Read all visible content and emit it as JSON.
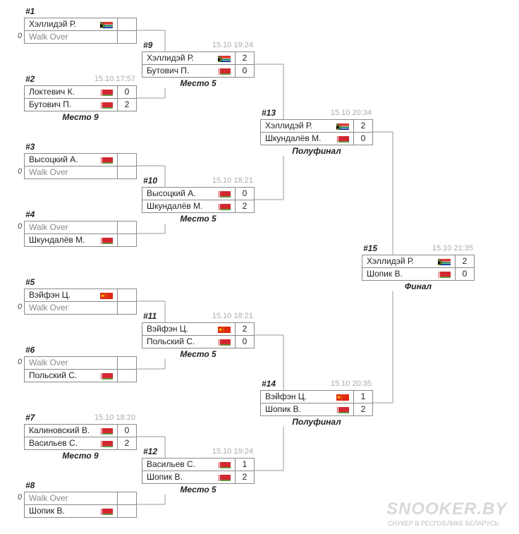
{
  "colors": {
    "border": "#8a8a8a",
    "time": "#aaaaaa",
    "walkover": "#888888"
  },
  "matches": [
    {
      "id": "m1",
      "num": "#1",
      "time": "",
      "label": "",
      "players": [
        {
          "name": "Хэллидэй Р.",
          "flag": "za-flag-icon",
          "score": "",
          "zero": ""
        },
        {
          "name": "Walk Over",
          "flag": "",
          "score": "",
          "zero": "0"
        }
      ]
    },
    {
      "id": "m2",
      "num": "#2",
      "time": "15.10 17:57",
      "label": "Место 9",
      "players": [
        {
          "name": "Локтевич К.",
          "flag": "by-flag-icon",
          "score": "0",
          "zero": ""
        },
        {
          "name": "Бутович П.",
          "flag": "by-flag-icon",
          "score": "2",
          "zero": ""
        }
      ]
    },
    {
      "id": "m3",
      "num": "#3",
      "time": "",
      "label": "",
      "players": [
        {
          "name": "Высоцкий А.",
          "flag": "by-flag-icon",
          "score": "",
          "zero": ""
        },
        {
          "name": "Walk Over",
          "flag": "",
          "score": "",
          "zero": "0"
        }
      ]
    },
    {
      "id": "m4",
      "num": "#4",
      "time": "",
      "label": "",
      "players": [
        {
          "name": "Walk Over",
          "flag": "",
          "score": "",
          "zero": "0"
        },
        {
          "name": "Шкундалёв М.",
          "flag": "by-flag-icon",
          "score": "",
          "zero": ""
        }
      ]
    },
    {
      "id": "m5",
      "num": "#5",
      "time": "",
      "label": "",
      "players": [
        {
          "name": "Вэйфэн Ц.",
          "flag": "cn-flag-icon",
          "score": "",
          "zero": ""
        },
        {
          "name": "Walk Over",
          "flag": "",
          "score": "",
          "zero": "0"
        }
      ]
    },
    {
      "id": "m6",
      "num": "#6",
      "time": "",
      "label": "",
      "players": [
        {
          "name": "Walk Over",
          "flag": "",
          "score": "",
          "zero": "0"
        },
        {
          "name": "Польский С.",
          "flag": "by-flag-icon",
          "score": "",
          "zero": ""
        }
      ]
    },
    {
      "id": "m7",
      "num": "#7",
      "time": "15.10 18:20",
      "label": "Место 9",
      "players": [
        {
          "name": "Калиновский В.",
          "flag": "by-flag-icon",
          "score": "0",
          "zero": ""
        },
        {
          "name": "Васильев С.",
          "flag": "by-flag-icon",
          "score": "2",
          "zero": ""
        }
      ]
    },
    {
      "id": "m8",
      "num": "#8",
      "time": "",
      "label": "",
      "players": [
        {
          "name": "Walk Over",
          "flag": "",
          "score": "",
          "zero": "0"
        },
        {
          "name": "Шопик В.",
          "flag": "by-flag-icon",
          "score": "",
          "zero": ""
        }
      ]
    },
    {
      "id": "m9",
      "num": "#9",
      "time": "15.10 19:24",
      "label": "Место 5",
      "players": [
        {
          "name": "Хэллидэй Р.",
          "flag": "za-flag-icon",
          "score": "2",
          "zero": ""
        },
        {
          "name": "Бутович П.",
          "flag": "by-flag-icon",
          "score": "0",
          "zero": ""
        }
      ]
    },
    {
      "id": "m10",
      "num": "#10",
      "time": "15.10 18:21",
      "label": "Место 5",
      "players": [
        {
          "name": "Высоцкий А.",
          "flag": "by-flag-icon",
          "score": "0",
          "zero": ""
        },
        {
          "name": "Шкундалёв М.",
          "flag": "by-flag-icon",
          "score": "2",
          "zero": ""
        }
      ]
    },
    {
      "id": "m11",
      "num": "#11",
      "time": "15.10 18:21",
      "label": "Место 5",
      "players": [
        {
          "name": "Вэйфэн Ц.",
          "flag": "cn-flag-icon",
          "score": "2",
          "zero": ""
        },
        {
          "name": "Польский С.",
          "flag": "by-flag-icon",
          "score": "0",
          "zero": ""
        }
      ]
    },
    {
      "id": "m12",
      "num": "#12",
      "time": "15.10 19:24",
      "label": "Место 5",
      "players": [
        {
          "name": "Васильев С.",
          "flag": "by-flag-icon",
          "score": "1",
          "zero": ""
        },
        {
          "name": "Шопик В.",
          "flag": "by-flag-icon",
          "score": "2",
          "zero": ""
        }
      ]
    },
    {
      "id": "m13",
      "num": "#13",
      "time": "15.10 20:34",
      "label": "Полуфинал",
      "players": [
        {
          "name": "Хэллидэй Р.",
          "flag": "za-flag-icon",
          "score": "2",
          "zero": ""
        },
        {
          "name": "Шкундалёв М.",
          "flag": "by-flag-icon",
          "score": "0",
          "zero": ""
        }
      ]
    },
    {
      "id": "m14",
      "num": "#14",
      "time": "15.10 20:35",
      "label": "Полуфинал",
      "players": [
        {
          "name": "Вэйфэн Ц.",
          "flag": "cn-flag-icon",
          "score": "1",
          "zero": ""
        },
        {
          "name": "Шопик В.",
          "flag": "by-flag-icon",
          "score": "2",
          "zero": ""
        }
      ]
    },
    {
      "id": "m15",
      "num": "#15",
      "time": "15.10 21:35",
      "label": "Финал",
      "players": [
        {
          "name": "Хэллидэй Р.",
          "flag": "za-flag-icon",
          "score": "2",
          "zero": ""
        },
        {
          "name": "Шопик В.",
          "flag": "by-flag-icon",
          "score": "0",
          "zero": ""
        }
      ]
    }
  ],
  "logo": {
    "title": "SNOOKER.BY",
    "subtitle": "СНУКЕР В РЕСПУБЛИКЕ БЕЛАРУСЬ"
  }
}
